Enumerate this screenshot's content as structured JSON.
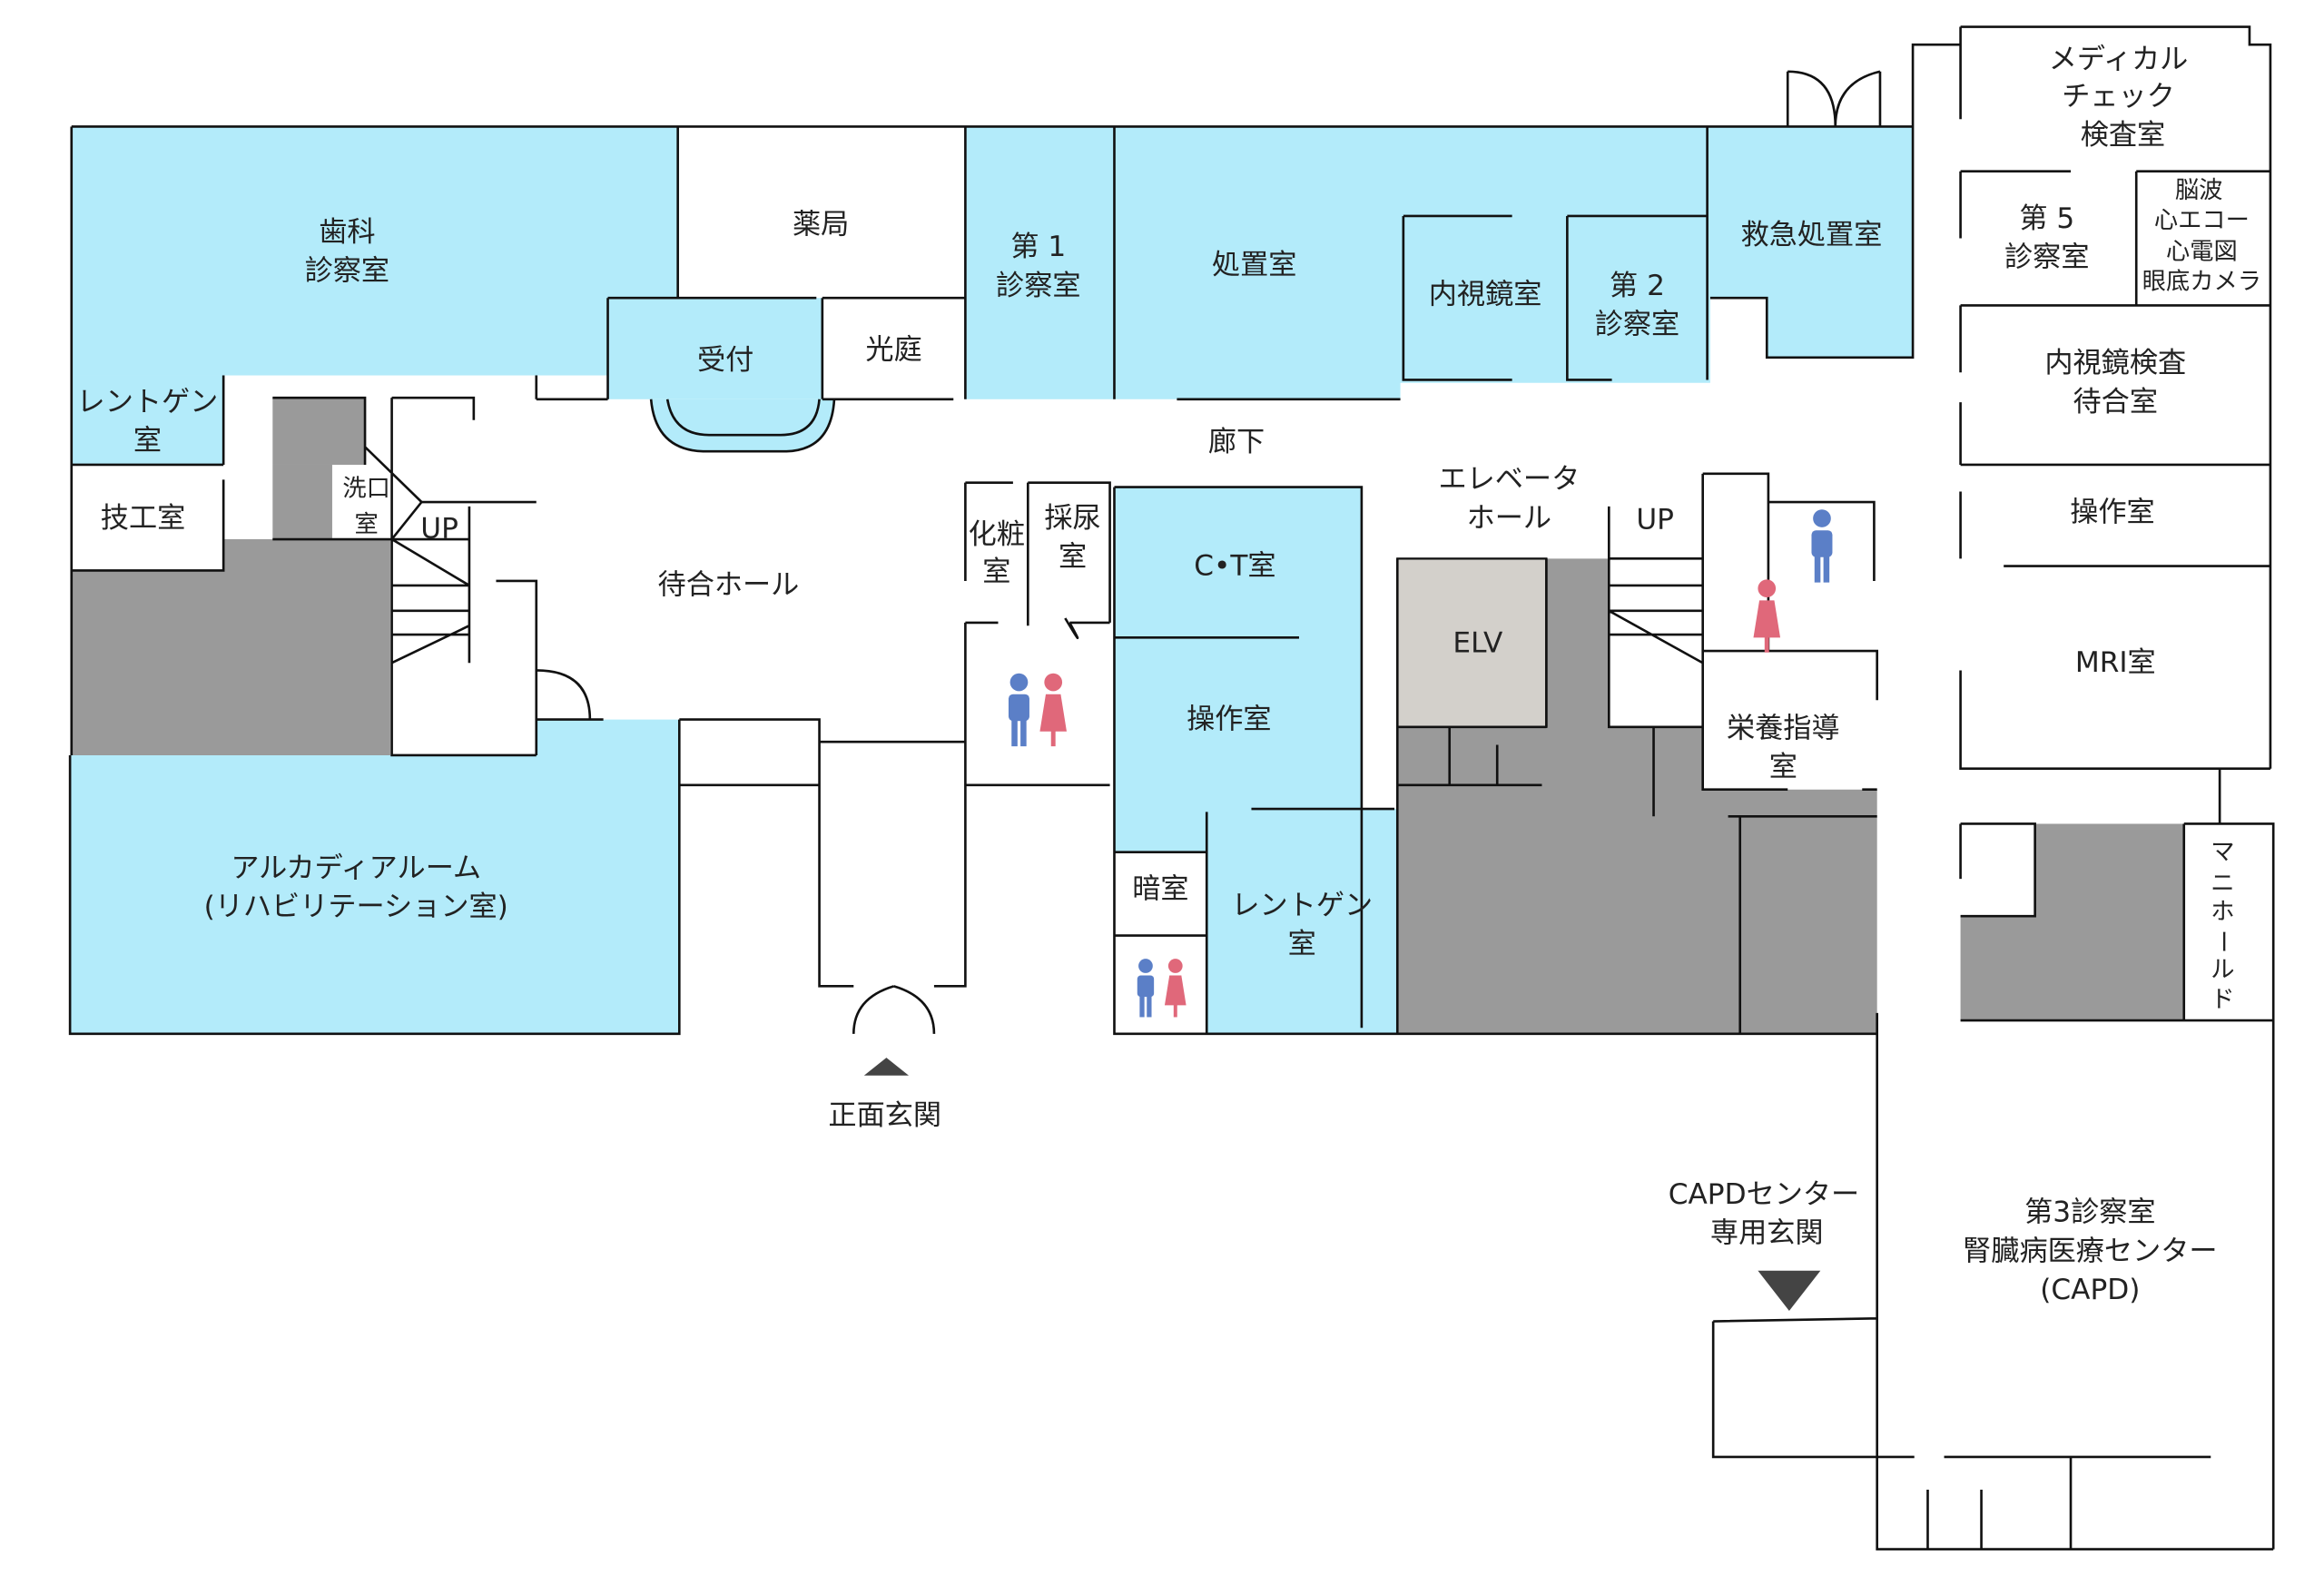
{
  "colors": {
    "room_blue": "#b3ebfa",
    "utility_gray": "#9a9a9a",
    "elevator_gray": "#d3d0cb",
    "male": "#5b7fc7",
    "female": "#e0687a"
  },
  "rooms": {
    "dental": [
      "歯科",
      "診察室"
    ],
    "pharmacy": "薬局",
    "exam1": [
      "第 1",
      "診察室"
    ],
    "treatment": "処置室",
    "endoscopy": "内視鏡室",
    "exam2": [
      "第 2",
      "診察室"
    ],
    "emergency": "救急処置室",
    "medical_check": [
      "メディカル",
      "チェック",
      "検査室"
    ],
    "exam5": [
      "第 5",
      "診察室"
    ],
    "tests": [
      "脳波",
      "心エコー",
      "心電図",
      "眼底カメラ"
    ],
    "endoscopy_wait": [
      "内視鏡検査",
      "待合室"
    ],
    "control_right": "操作室",
    "mri": "MRI室",
    "reception": "受付",
    "courtyard": "光庭",
    "xray_left": [
      "レントゲン",
      "室"
    ],
    "lab": "技工室",
    "mouthwash": [
      "洗口",
      "室"
    ],
    "stairs_left_up": "UP",
    "waiting_hall": "待合ホール",
    "corridor": "廊下",
    "powder_room": [
      "化粧",
      "室"
    ],
    "urine_room": [
      "採尿",
      "室"
    ],
    "ct": "C•T室",
    "control_mid": "操作室",
    "darkroom": "暗室",
    "xray_mid": [
      "レントゲン",
      "室"
    ],
    "elevator_hall": [
      "エレベータ",
      "ホール"
    ],
    "stairs_right_up": "UP",
    "elevator": "ELV",
    "nutrition": [
      "栄養指導",
      "室"
    ],
    "manifold": [
      "マ",
      "ニ",
      "ホ",
      "ー",
      "ル",
      "ド"
    ],
    "rehab": [
      "アルカディアルーム",
      "(リハビリテーション室)"
    ],
    "capd": [
      "第3診察室",
      "腎臓病医療センター",
      "(CAPD)"
    ]
  },
  "entrances": {
    "main": "正面玄関",
    "capd": [
      "CAPDセンター",
      "専用玄関"
    ]
  }
}
